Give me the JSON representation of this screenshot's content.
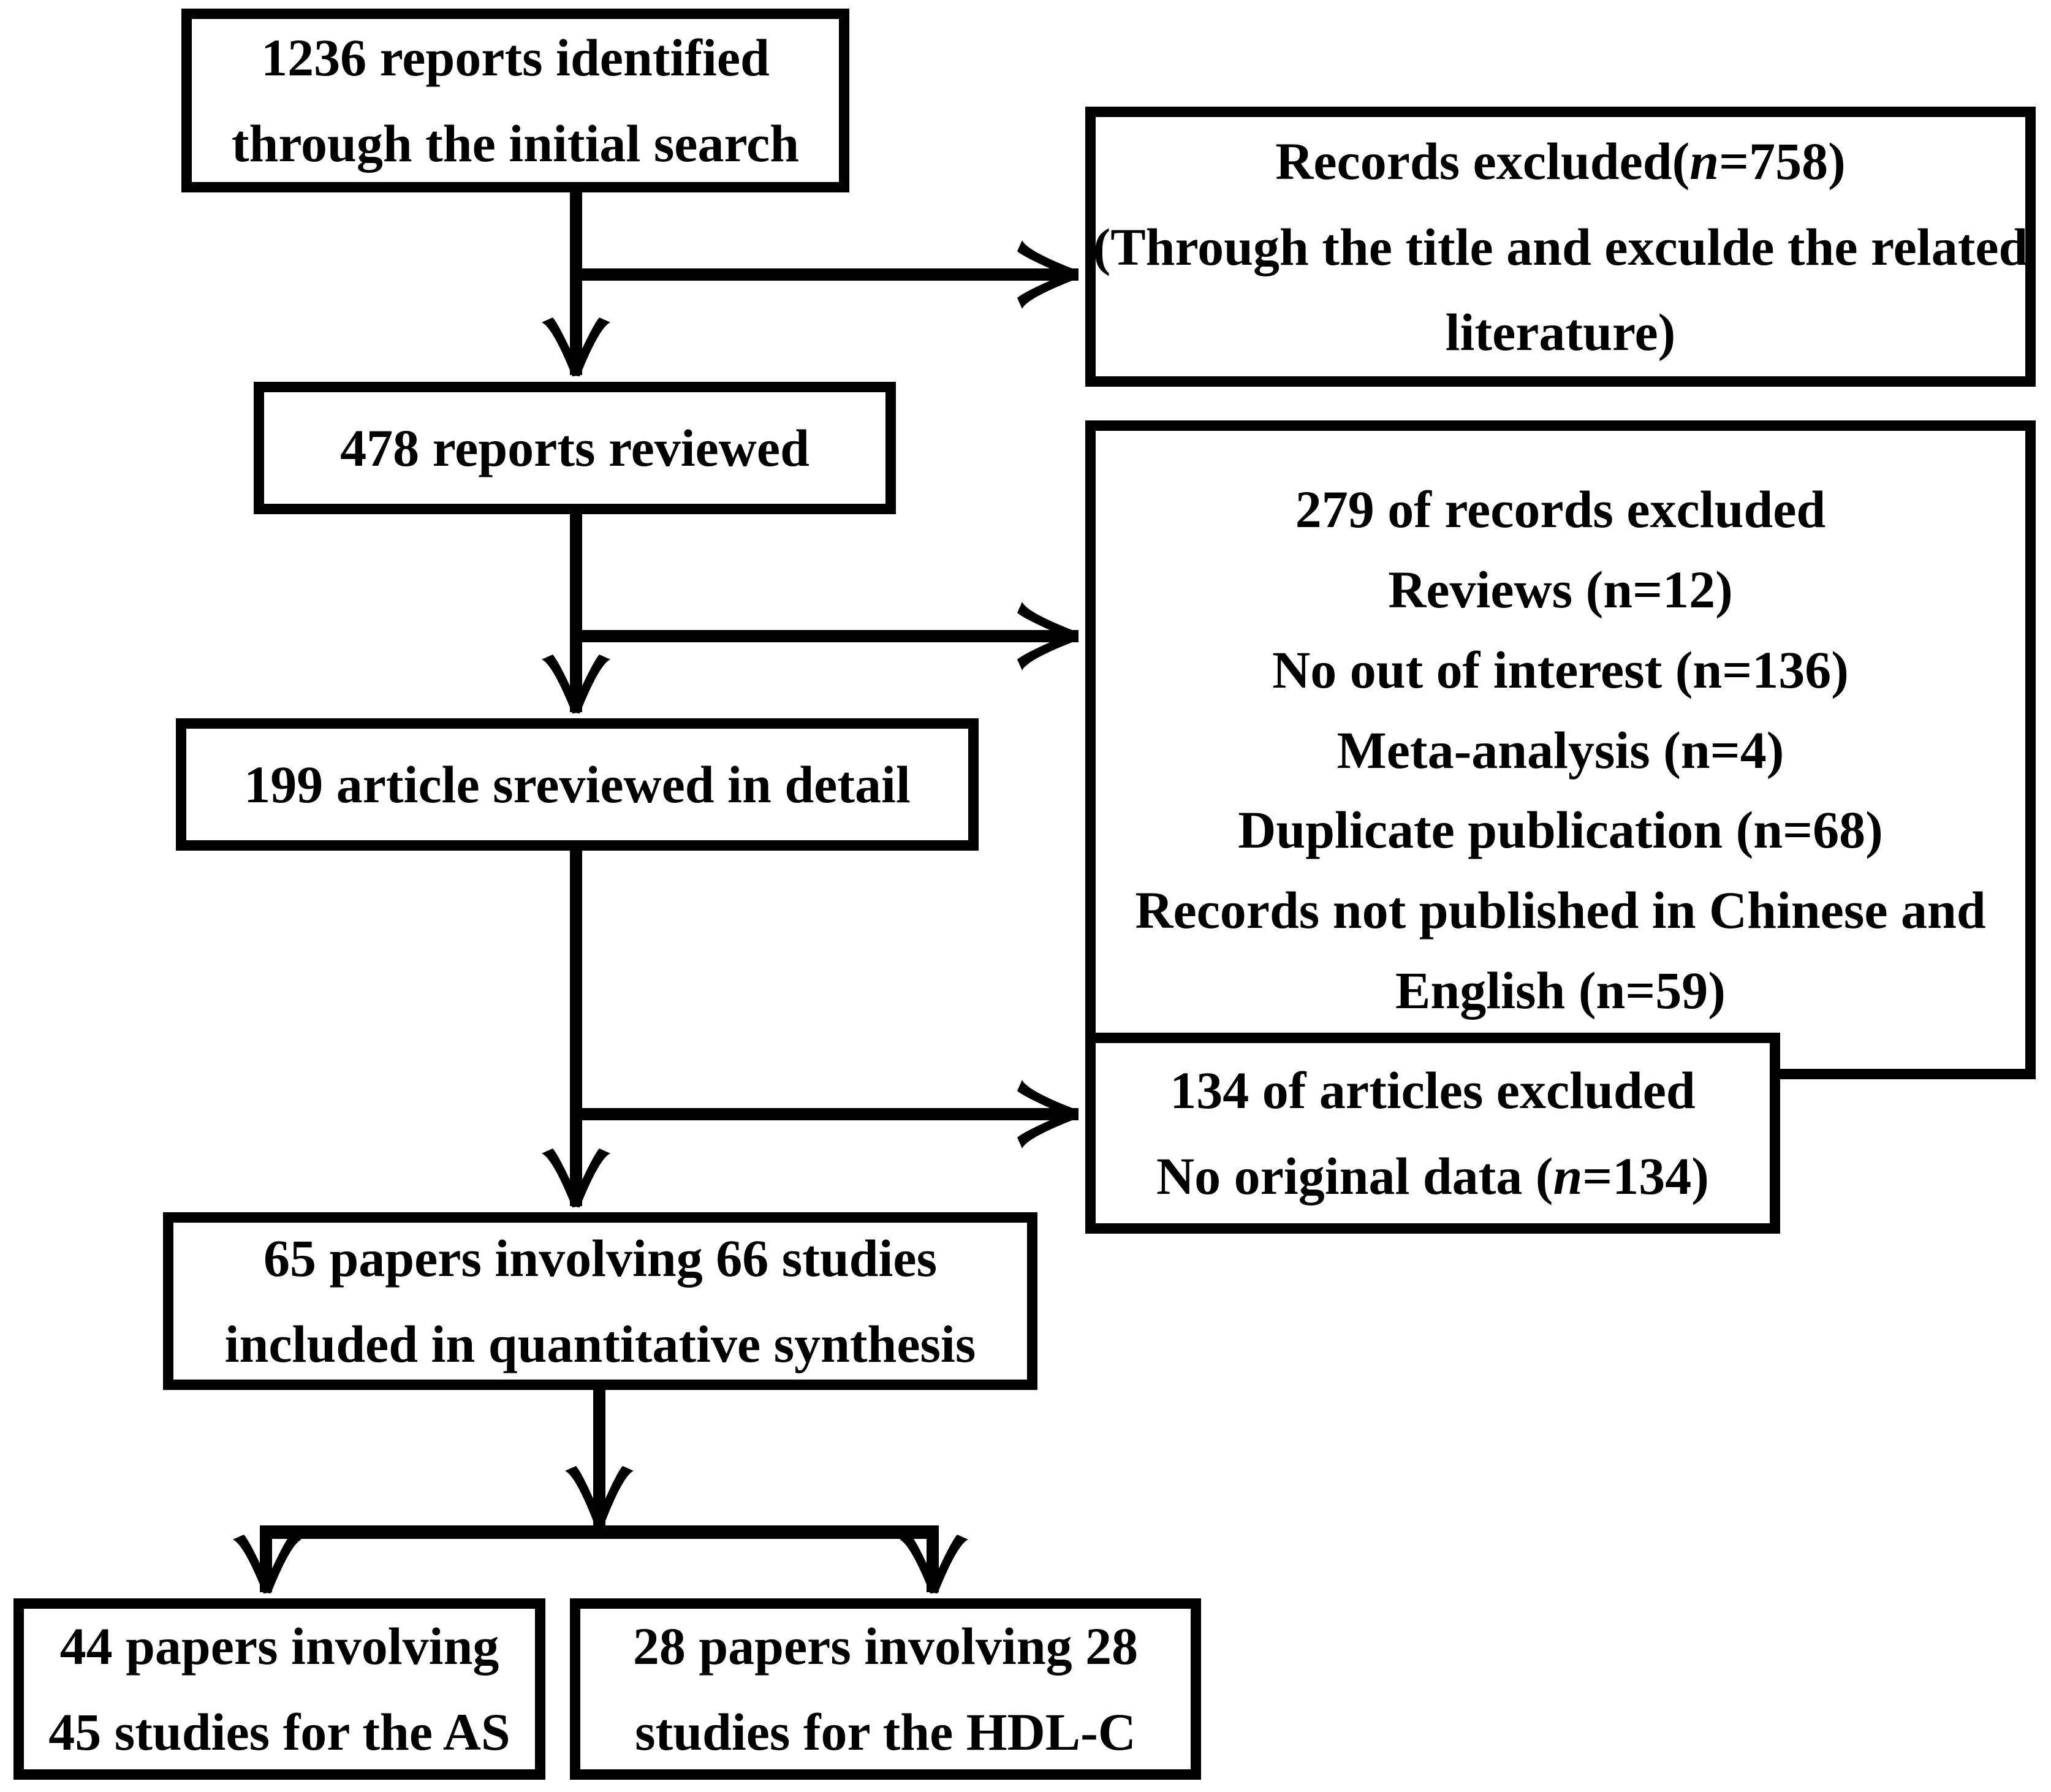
{
  "diagram": {
    "title": "Study selection flow diagram",
    "type": "prisma-flowchart",
    "colors": {
      "stroke": "#000000",
      "background": "#ffffff",
      "text": "#000000"
    },
    "nodes": {
      "identified": {
        "id": "identified",
        "lines": [
          "1236 reports identified",
          "through the initial search"
        ],
        "count": 1236
      },
      "excluded_758": {
        "id": "excluded_758",
        "line1_prefix": "Records excluded(",
        "line1_italic": "n",
        "line1_suffix": "=758)",
        "line2": "(Through the title and exculde the related",
        "line3": "literature)",
        "count": 758
      },
      "reviewed_478": {
        "id": "reviewed_478",
        "lines": [
          "478 reports reviewed"
        ],
        "count": 478
      },
      "excluded_279": {
        "id": "excluded_279",
        "lines": [
          "279 of records excluded",
          "Reviews (n=12)",
          "No out of interest (n=136)",
          "Meta-analysis (n=4)",
          "Duplicate publication (n=68)",
          "Records not published in Chinese and",
          "English (n=59)"
        ],
        "count": 279,
        "reasons": [
          {
            "label": "Reviews",
            "n": 12
          },
          {
            "label": "No out of interest",
            "n": 136
          },
          {
            "label": "Meta-analysis",
            "n": 4
          },
          {
            "label": "Duplicate publication",
            "n": 68
          },
          {
            "label": "Records not published in Chinese and English",
            "n": 59
          }
        ]
      },
      "detail_199": {
        "id": "detail_199",
        "lines": [
          "199 article sreviewed in detail"
        ],
        "count": 199
      },
      "excluded_134": {
        "id": "excluded_134",
        "line1": "134 of articles excluded",
        "line2_prefix": "No original data (",
        "line2_italic": "n",
        "line2_suffix": "=134)",
        "count": 134
      },
      "synthesis_65": {
        "id": "synthesis_65",
        "lines": [
          "65 papers involving 66 studies",
          "included in quantitative synthesis"
        ],
        "papers": 65,
        "studies": 66
      },
      "outcome_as": {
        "id": "outcome_as",
        "lines": [
          "44 papers involving",
          "45 studies for the AS"
        ],
        "papers": 44,
        "studies": 45,
        "outcome": "AS"
      },
      "outcome_hdlc": {
        "id": "outcome_hdlc",
        "lines": [
          "28 papers involving 28",
          "studies for the HDL-C"
        ],
        "papers": 28,
        "studies": 28,
        "outcome": "HDL-C"
      }
    },
    "edges": [
      {
        "from": "identified",
        "to": "reviewed_478",
        "kind": "down-arrow"
      },
      {
        "from": "identified",
        "to": "excluded_758",
        "kind": "right-arrow"
      },
      {
        "from": "reviewed_478",
        "to": "detail_199",
        "kind": "down-arrow"
      },
      {
        "from": "reviewed_478",
        "to": "excluded_279",
        "kind": "right-arrow"
      },
      {
        "from": "detail_199",
        "to": "synthesis_65",
        "kind": "down-arrow"
      },
      {
        "from": "detail_199",
        "to": "excluded_134",
        "kind": "right-arrow"
      },
      {
        "from": "synthesis_65",
        "to": "outcome_as",
        "kind": "split-down-arrow"
      },
      {
        "from": "synthesis_65",
        "to": "outcome_hdlc",
        "kind": "split-down-arrow"
      }
    ]
  }
}
